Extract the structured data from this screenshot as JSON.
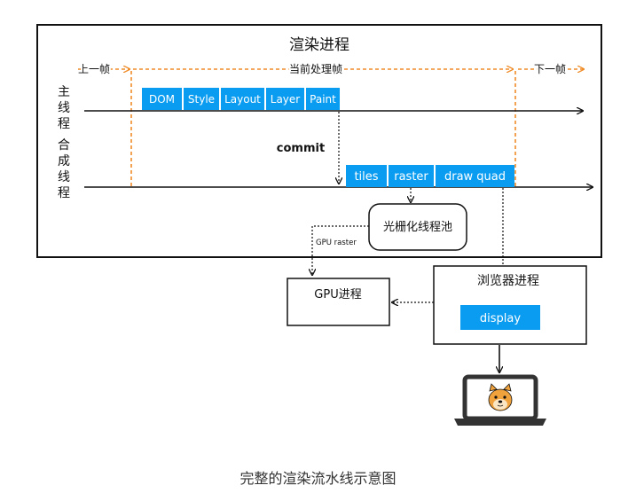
{
  "colors": {
    "block_fill": "#0a9cf0",
    "block_text": "#ffffff",
    "frame_line": "#f08c28",
    "stroke": "#111111",
    "caption_text": "#333333",
    "doge": "#f0a23c"
  },
  "diagram": {
    "title": "渲染进程",
    "prev_frame": "上一帧",
    "current_frame": "当前处理帧",
    "next_frame": "下一帧",
    "main_thread_label": [
      "主",
      "线",
      "程"
    ],
    "compositor_thread_label": [
      "合",
      "成",
      "线",
      "程"
    ],
    "main_steps": [
      "DOM",
      "Style",
      "Layout",
      "Layer",
      "Paint"
    ],
    "commit": "commit",
    "compositor_steps": [
      "tiles",
      "raster",
      "draw quad"
    ],
    "raster_pool": "光栅化线程池",
    "gpu_raster": "GPU raster",
    "gpu_process": "GPU进程",
    "browser_process": "浏览器进程",
    "display": "display",
    "monitor_icon": "doge-monitor-icon"
  },
  "caption": "完整的渲染流水线示意图"
}
